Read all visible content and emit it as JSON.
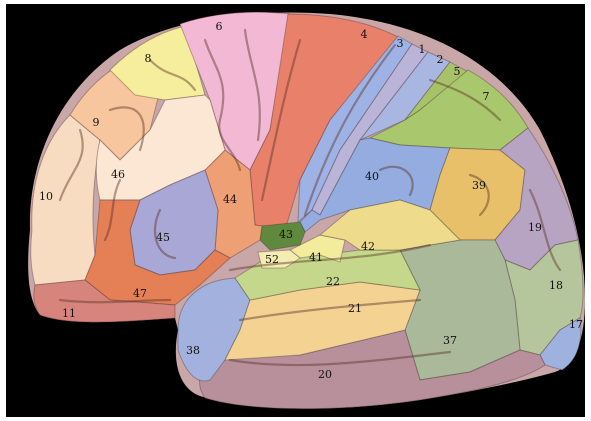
{
  "areas": [
    {
      "number": "1",
      "color": "#b9b4d8"
    },
    {
      "number": "2",
      "color": "#a9b6e2"
    },
    {
      "number": "3",
      "color": "#9fb2e6"
    },
    {
      "number": "4",
      "color": "#e9806a"
    },
    {
      "number": "5",
      "color": "#a8c26a"
    },
    {
      "number": "6",
      "color": "#f2b8d4"
    },
    {
      "number": "7",
      "color": "#a9c76c"
    },
    {
      "number": "8",
      "color": "#f6ee9c"
    },
    {
      "number": "9",
      "color": "#f7c69e"
    },
    {
      "number": "10",
      "color": "#f8dcc2"
    },
    {
      "number": "11",
      "color": "#d7857c"
    },
    {
      "number": "17",
      "color": "#9fb2df"
    },
    {
      "number": "18",
      "color": "#b5c59c"
    },
    {
      "number": "19",
      "color": "#b7a4c3"
    },
    {
      "number": "20",
      "color": "#b8909c"
    },
    {
      "number": "21",
      "color": "#f4d292"
    },
    {
      "number": "22",
      "color": "#c4d78a"
    },
    {
      "number": "37",
      "color": "#a9b99a"
    },
    {
      "number": "38",
      "color": "#a2b1de"
    },
    {
      "number": "39",
      "color": "#e8c06a"
    },
    {
      "number": "40",
      "color": "#94acdf"
    },
    {
      "number": "41",
      "color": "#f3ec9c"
    },
    {
      "number": "42",
      "color": "#eedc8c"
    },
    {
      "number": "43",
      "color": "#5f8a3e"
    },
    {
      "number": "44",
      "color": "#ee9f73"
    },
    {
      "number": "45",
      "color": "#a8a7d6"
    },
    {
      "number": "46",
      "color": "#fbe7d4"
    },
    {
      "number": "47",
      "color": "#e47f56"
    },
    {
      "number": "52",
      "color": "#f4ecb0"
    }
  ],
  "palette": {
    "background": "#000000",
    "frame": "#ffffff",
    "cerebellum_shadow": "#6a5060"
  }
}
